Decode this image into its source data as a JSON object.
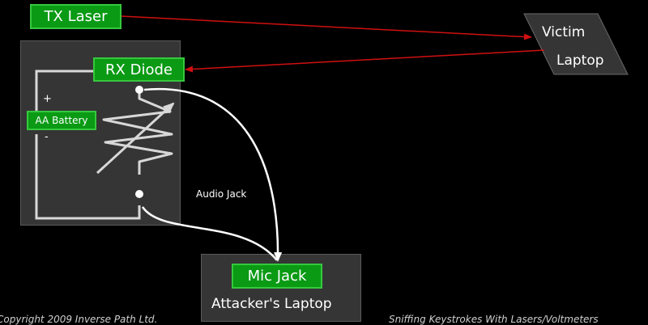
{
  "labels": {
    "tx_laser": "TX Laser",
    "rx_diode": "RX Diode",
    "aa_battery": "AA Battery",
    "battery_plus": "+",
    "battery_minus": "-",
    "mic_jack": "Mic Jack",
    "attacker_laptop": "Attacker's Laptop",
    "victim_line1": "Victim",
    "victim_line2": "Laptop",
    "audio_jack": "Audio Jack"
  },
  "footer": {
    "left": "Copyright 2009 Inverse Path Ltd.",
    "right": "Sniffing Keystrokes With Lasers/Voltmeters"
  },
  "colors": {
    "background": "#000000",
    "box_fill": "#353535",
    "label_green": "#0a9a14",
    "label_border": "#36c83e",
    "laser_red": "#d01010",
    "wire_white": "#ffffff",
    "circuit_line": "#d8d8d8"
  }
}
